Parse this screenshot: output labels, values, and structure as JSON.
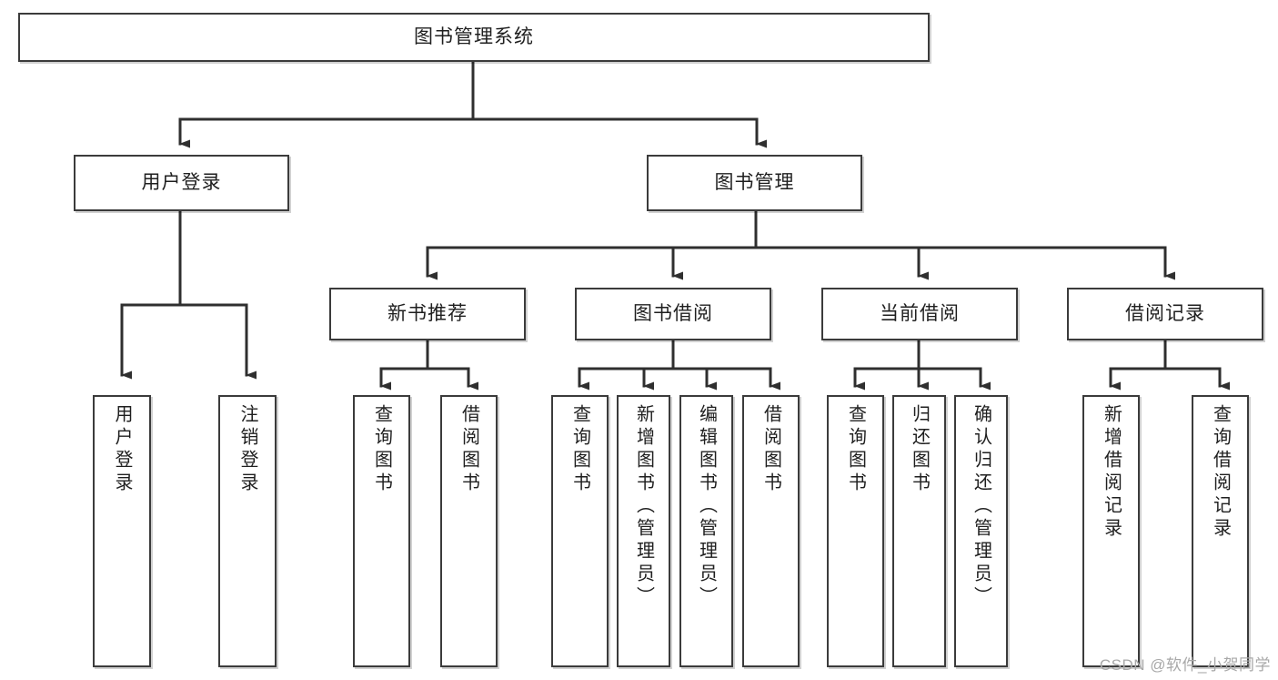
{
  "diagram": {
    "title": "图书管理系统",
    "type": "tree",
    "watermark": "CSDN @软件_小贺同学",
    "colors": {
      "stroke": "#3b3b3b",
      "text": "#1f1f1f",
      "background": "#ffffff",
      "watermark": "#a8a8a8"
    },
    "nodes": {
      "root": {
        "label": "图书管理系统"
      },
      "level2": [
        {
          "label": "用户登录"
        },
        {
          "label": "图书管理"
        }
      ],
      "level3": [
        {
          "label": "新书推荐"
        },
        {
          "label": "图书借阅"
        },
        {
          "label": "当前借阅"
        },
        {
          "label": "借阅记录"
        }
      ],
      "leaves": {
        "user_login": [
          {
            "label": "用户登录"
          },
          {
            "label": "注销登录"
          }
        ],
        "new_book": [
          {
            "label": "查询图书"
          },
          {
            "label": "借阅图书"
          }
        ],
        "book_borrow": [
          {
            "label": "查询图书"
          },
          {
            "label": "新增图书（管理员）"
          },
          {
            "label": "编辑图书（管理员）"
          },
          {
            "label": "借阅图书"
          }
        ],
        "current_borrow": [
          {
            "label": "查询图书"
          },
          {
            "label": "归还图书"
          },
          {
            "label": "确认归还（管理员）"
          }
        ],
        "borrow_record": [
          {
            "label": "新增借阅记录"
          },
          {
            "label": "查询借阅记录"
          }
        ]
      }
    }
  }
}
